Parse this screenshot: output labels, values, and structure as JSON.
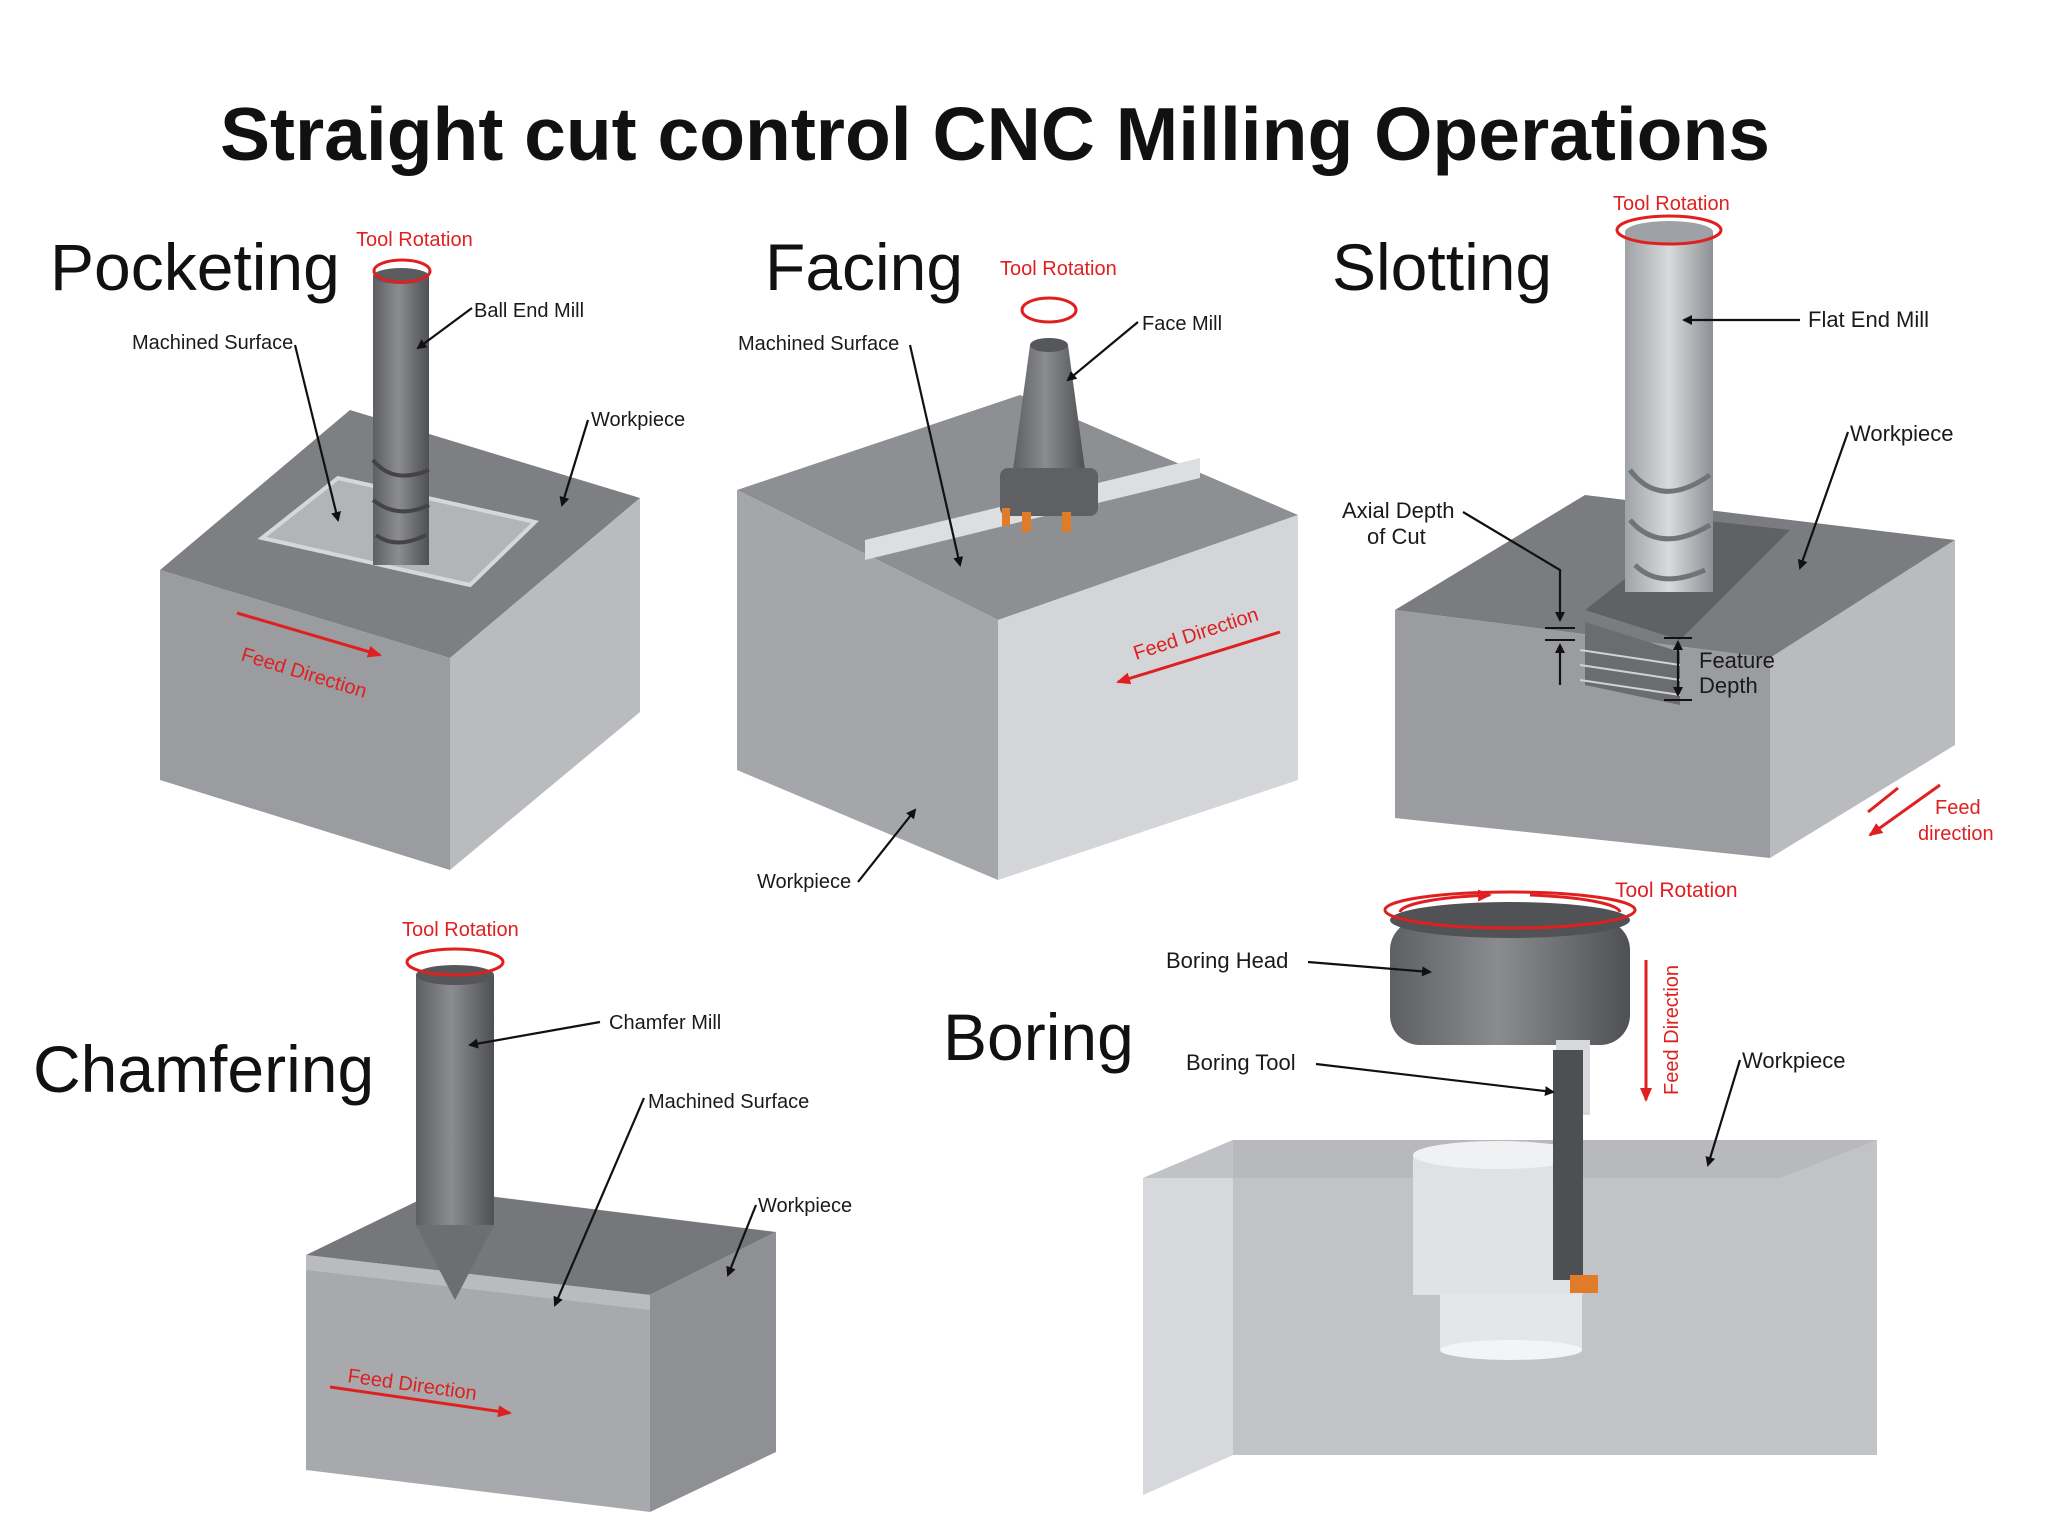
{
  "title": "Straight cut control CNC Milling Operations",
  "operations": {
    "pocketing": {
      "name": "Pocketing",
      "labels": {
        "tool_rotation": "Tool Rotation",
        "tool": "Ball End Mill",
        "machined_surface": "Machined Surface",
        "workpiece": "Workpiece",
        "feed": "Feed Direction"
      }
    },
    "facing": {
      "name": "Facing",
      "labels": {
        "tool_rotation": "Tool Rotation",
        "tool": "Face Mill",
        "machined_surface": "Machined Surface",
        "workpiece": "Workpiece",
        "feed": "Feed Direction"
      }
    },
    "slotting": {
      "name": "Slotting",
      "labels": {
        "tool_rotation": "Tool Rotation",
        "tool": "Flat End Mill",
        "workpiece": "Workpiece",
        "axial_depth_1": "Axial Depth",
        "axial_depth_2": "of Cut",
        "feature_depth_1": "Feature",
        "feature_depth_2": "Depth",
        "feed_1": "Feed",
        "feed_2": "direction"
      }
    },
    "chamfering": {
      "name": "Chamfering",
      "labels": {
        "tool_rotation": "Tool Rotation",
        "tool": "Chamfer Mill",
        "machined_surface": "Machined Surface",
        "workpiece": "Workpiece",
        "feed": "Feed Direction"
      }
    },
    "boring": {
      "name": "Boring",
      "labels": {
        "tool_rotation": "Tool Rotation",
        "head": "Boring Head",
        "tool": "Boring Tool",
        "workpiece": "Workpiece",
        "feed": "Feed Direction"
      }
    }
  },
  "colors": {
    "label_red": "#e02020",
    "block_top": "#7d7f82",
    "block_side_light": "#b9bbbe",
    "block_side_dark": "#96989b"
  }
}
